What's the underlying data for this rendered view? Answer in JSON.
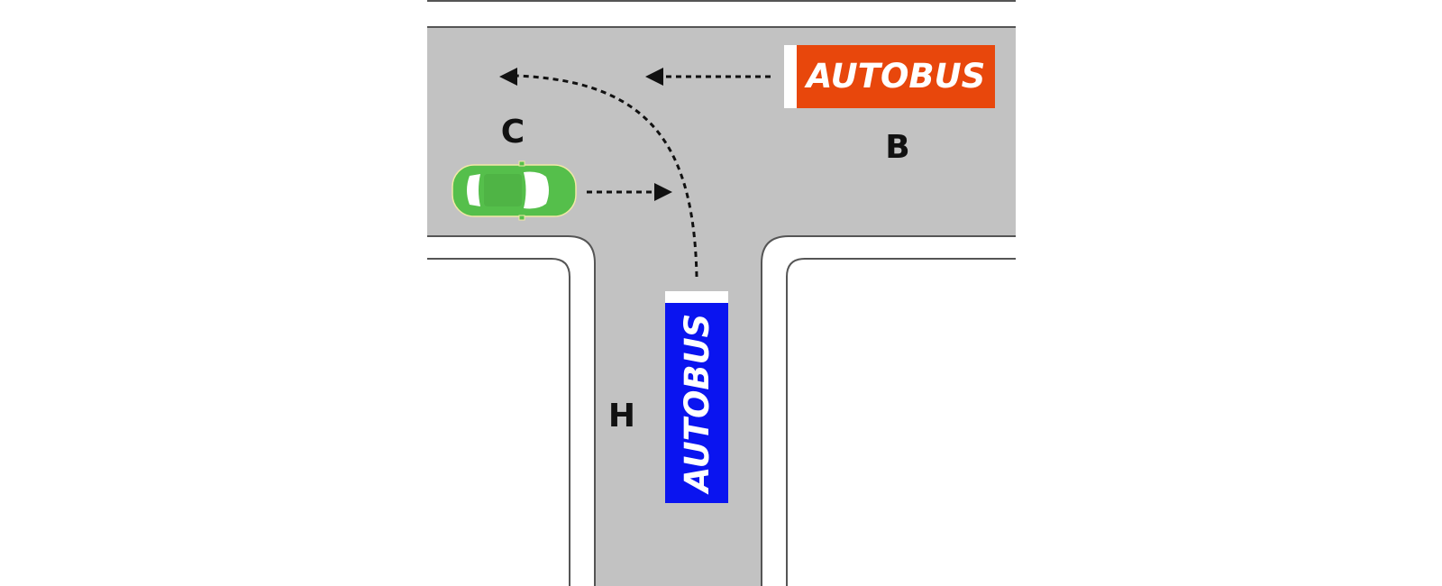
{
  "labels": {
    "zone_c": "C",
    "zone_b": "B",
    "zone_h": "H"
  },
  "vehicles": {
    "bus_orange": {
      "text": "AUTOBUS",
      "color": "#E8470C"
    },
    "bus_blue": {
      "text": "AUTOBUS",
      "color": "#0A14F0"
    },
    "car": {
      "color": "#55BF4B"
    }
  },
  "colors": {
    "road": "#C2C2C2",
    "kerb": "#FFFFFF",
    "road_edge": "#555555",
    "arrow": "#111111"
  }
}
